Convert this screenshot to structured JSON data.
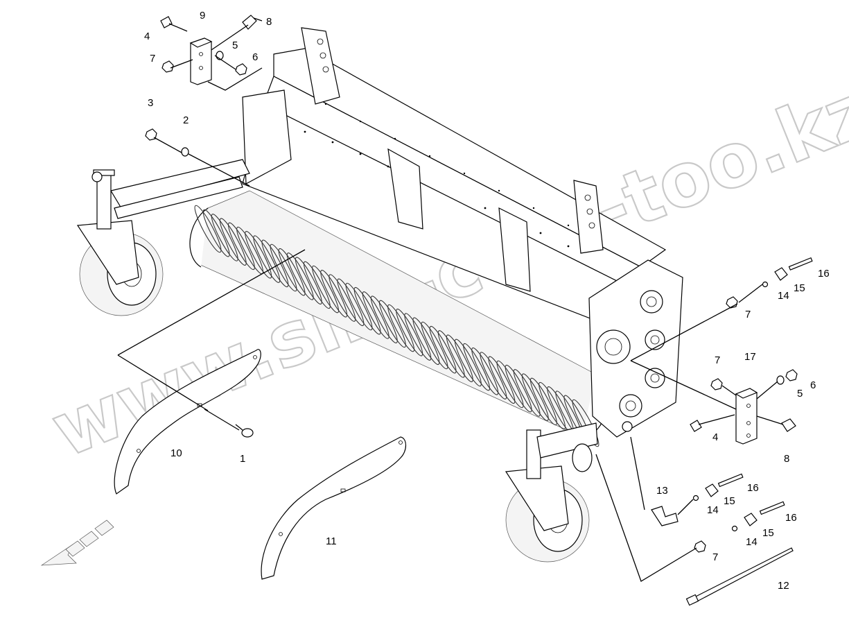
{
  "watermark": "www.sim-com-too.kz",
  "callouts": [
    {
      "id": "label-1",
      "text": "1"
    },
    {
      "id": "label-2",
      "text": "2"
    },
    {
      "id": "label-3",
      "text": "3"
    },
    {
      "id": "label-4-top",
      "text": "4"
    },
    {
      "id": "label-5-top",
      "text": "5"
    },
    {
      "id": "label-6-top",
      "text": "6"
    },
    {
      "id": "label-7-top",
      "text": "7"
    },
    {
      "id": "label-8-top",
      "text": "8"
    },
    {
      "id": "label-9",
      "text": "9"
    },
    {
      "id": "label-10",
      "text": "10"
    },
    {
      "id": "label-11",
      "text": "11"
    },
    {
      "id": "label-12",
      "text": "12"
    },
    {
      "id": "label-13",
      "text": "13"
    },
    {
      "id": "label-14-a",
      "text": "14"
    },
    {
      "id": "label-15-a",
      "text": "15"
    },
    {
      "id": "label-16-a",
      "text": "16"
    },
    {
      "id": "label-7-a",
      "text": "7"
    },
    {
      "id": "label-7-b",
      "text": "7"
    },
    {
      "id": "label-17",
      "text": "17"
    },
    {
      "id": "label-6-b",
      "text": "6"
    },
    {
      "id": "label-5-b",
      "text": "5"
    },
    {
      "id": "label-4-b",
      "text": "4"
    },
    {
      "id": "label-8-b",
      "text": "8"
    },
    {
      "id": "label-16-b",
      "text": "16"
    },
    {
      "id": "label-15-b",
      "text": "15"
    },
    {
      "id": "label-14-b",
      "text": "14"
    },
    {
      "id": "label-16-c",
      "text": "16"
    },
    {
      "id": "label-15-c",
      "text": "15"
    },
    {
      "id": "label-14-c",
      "text": "14"
    },
    {
      "id": "label-7-c",
      "text": "7"
    }
  ]
}
